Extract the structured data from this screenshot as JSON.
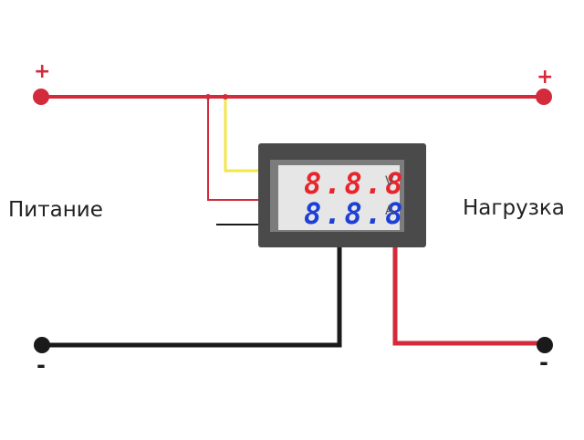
{
  "labels": {
    "supply": "Питание",
    "load": "Нагрузка"
  },
  "signs": {
    "plus_left": "+",
    "plus_right": "+",
    "minus_left": "-",
    "minus_right": "-"
  },
  "meter": {
    "voltage_display": "8.8.8",
    "voltage_unit": "V",
    "current_display": "8.8.8",
    "current_unit": "A"
  },
  "colors": {
    "positive_wire": "#d42b3c",
    "negative_wire": "#1a1a1a",
    "sense_wire": "#f2e64a",
    "voltage_digits": "#e8242c",
    "current_digits": "#1c3fd6"
  }
}
